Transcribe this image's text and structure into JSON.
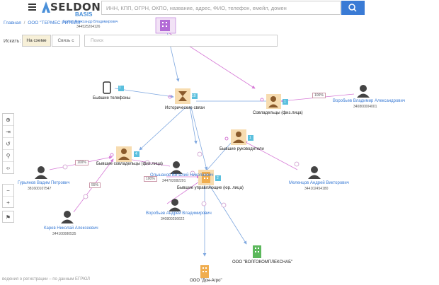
{
  "header": {
    "logo_name": "SELDON",
    "logo_sub": "BASIS",
    "search_placeholder": "ИНН, КПП, ОГРН, ОКПО, название, адрес, ФИО, телефон, емейл, домен"
  },
  "breadcrumb": {
    "home": "Главная",
    "separator": "/",
    "current": "ООО \"ТЕРМЕС РИТЕЙЛ\""
  },
  "filter": {
    "label": "Искать:",
    "tabs": [
      {
        "label": "На схеме"
      },
      {
        "label": "Связь с"
      }
    ],
    "placeholder": "Поиск"
  },
  "top_person": {
    "name": "Ерёма Александр Владимирович",
    "inn": "344525204126"
  },
  "hubs": {
    "history": {
      "label": "Исторические связи",
      "count": "10"
    },
    "phones": {
      "label": "Бывшие телефоны",
      "count": "1"
    },
    "cofounders": {
      "label": "Совладельцы (физ.лица)",
      "count": "1"
    },
    "managers": {
      "label": "Бывшие руководители",
      "count": "1"
    },
    "former_cofounders": {
      "label": "Бывшие совладельцы (физ.лица)",
      "count": "4"
    },
    "former_managing": {
      "label": "Бывшие управляющие (юр. лица)",
      "count": "2"
    }
  },
  "people": [
    {
      "name": "Воробьев Владимир Александрович",
      "inn": "340800004001"
    },
    {
      "name": "Гурьянов Вадим Петрович",
      "inn": "381600107547"
    },
    {
      "name": "Карев Николай Алексеевич",
      "inn": "344100080535"
    },
    {
      "name": "Ольшанов Виталий Николаевич",
      "inn": "344702082291"
    },
    {
      "name": "Воробьев Андрей Владимирович",
      "inn": "340800256622"
    },
    {
      "name": "Меленцов Андрей Викторович",
      "inn": "344102454180"
    }
  ],
  "shares": [
    "100%",
    "100%",
    "55%",
    "100%"
  ],
  "companies": [
    {
      "label": "ООО \"ВОЛГОКОМПЛЕКСНАБ\""
    },
    {
      "label": "ООО \"Дон-Агро\""
    }
  ],
  "toolbar_icons": [
    "globe-icon",
    "login-icon",
    "undo-icon",
    "pin-icon",
    "code-icon"
  ],
  "zoom_icons": [
    "zoom-out-icon",
    "zoom-in-icon"
  ],
  "footer": "ведения о регистрации – по данным ЕГРЮЛ",
  "colors": {
    "accent": "#3a7bd5",
    "hub": "#f7dcb0",
    "edge_pink": "#d67ad6",
    "edge_blue": "#7fa8e0",
    "building_green": "#5cb85c",
    "building_orange": "#f0ad4e",
    "building_purple": "#b36bd6"
  }
}
